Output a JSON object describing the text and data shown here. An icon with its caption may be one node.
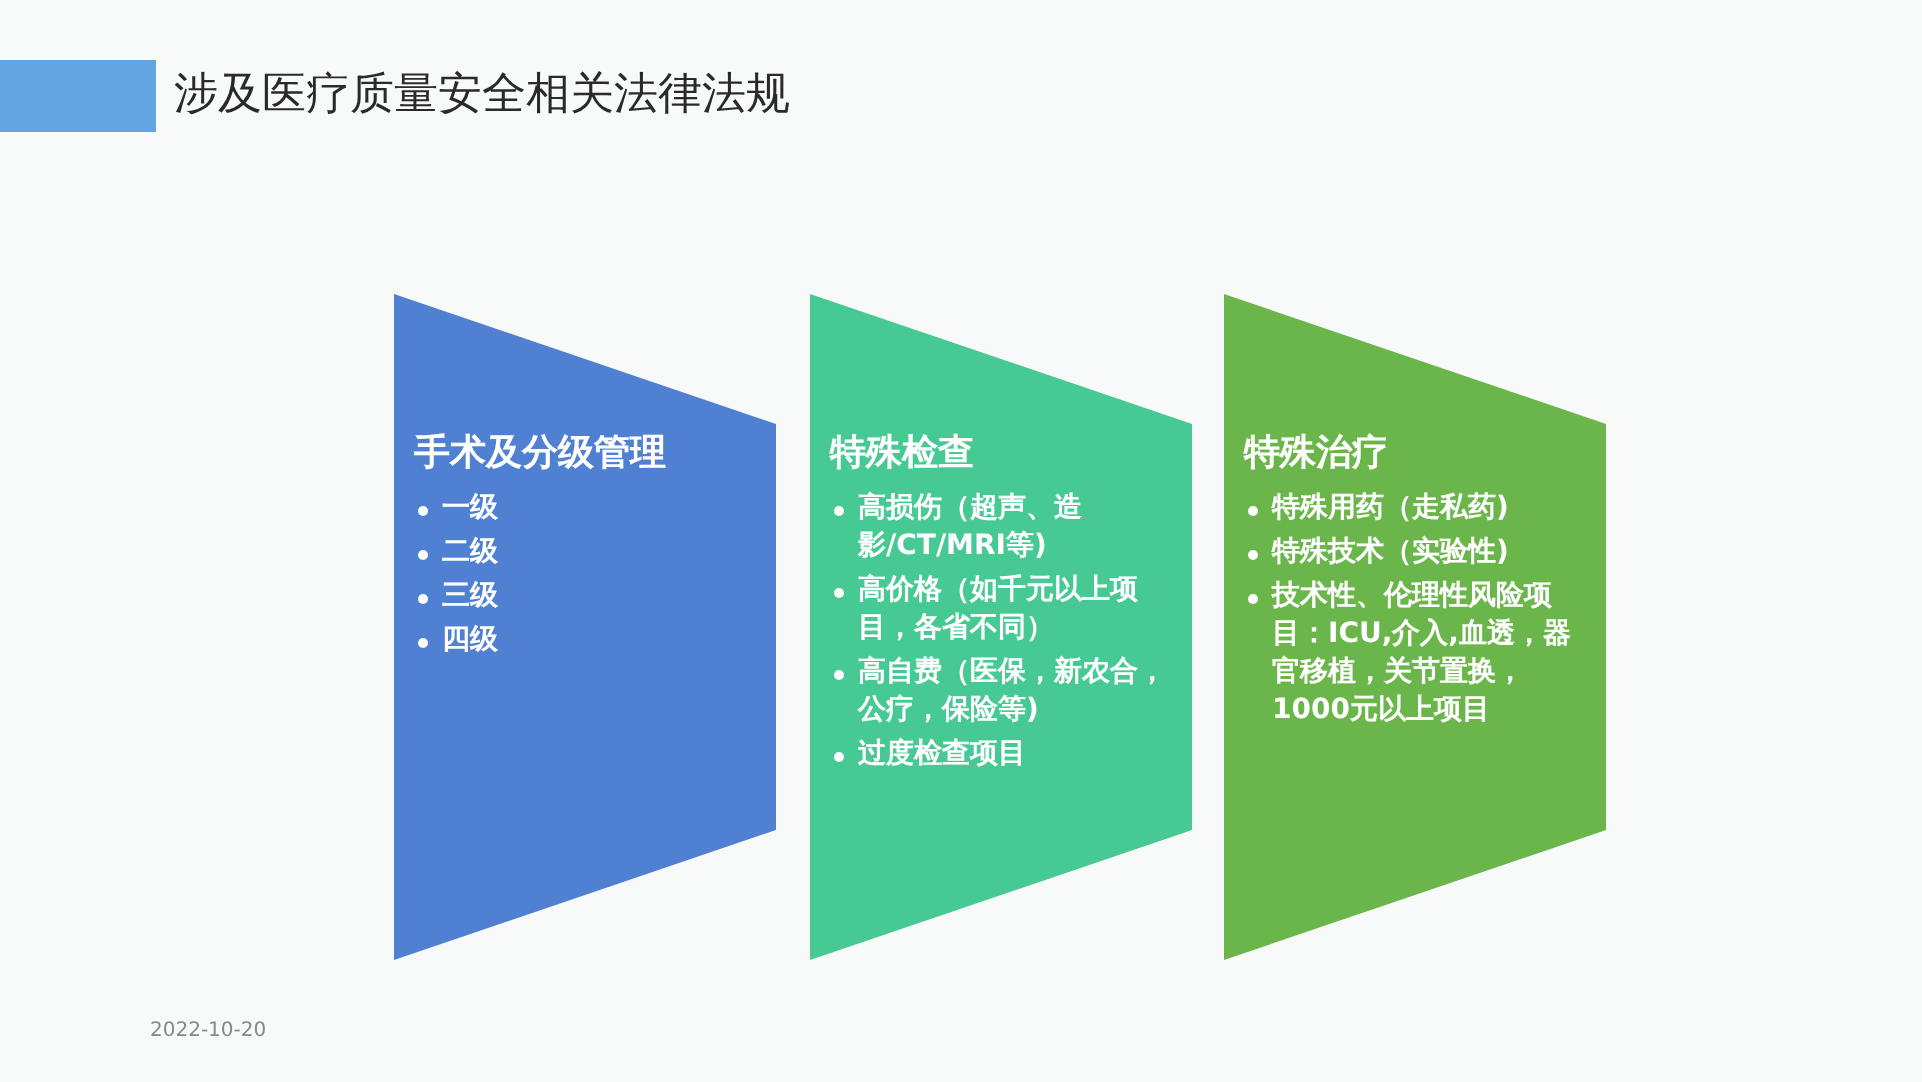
{
  "diagram": {
    "title": "涉及医疗质量安全相关法律法规",
    "nodes": [
      {
        "text": [],
        "shape": "bar"
      },
      {
        "text": [
          "手术及分级管理",
          "一级",
          "二级",
          "三级",
          "四级"
        ]
      },
      {
        "text": [
          "特殊检查",
          "高损伤（超声、造影/CT/MRI等)",
          "高价格（如千元以上项目，各省不同）",
          "高自费（医保，新农合，公疗，保险等)",
          "过度检查项目"
        ]
      },
      {
        "text": [
          "特殊治疗",
          "特殊用药（走私药)",
          "特殊技术（实验性)",
          "技术性、伦理性风险项目：ICU,介入,血透，器官移植，关节置换，1000元以上项目"
        ]
      }
    ],
    "edges": [],
    "labels": [
      "2022-10-20"
    ]
  }
}
